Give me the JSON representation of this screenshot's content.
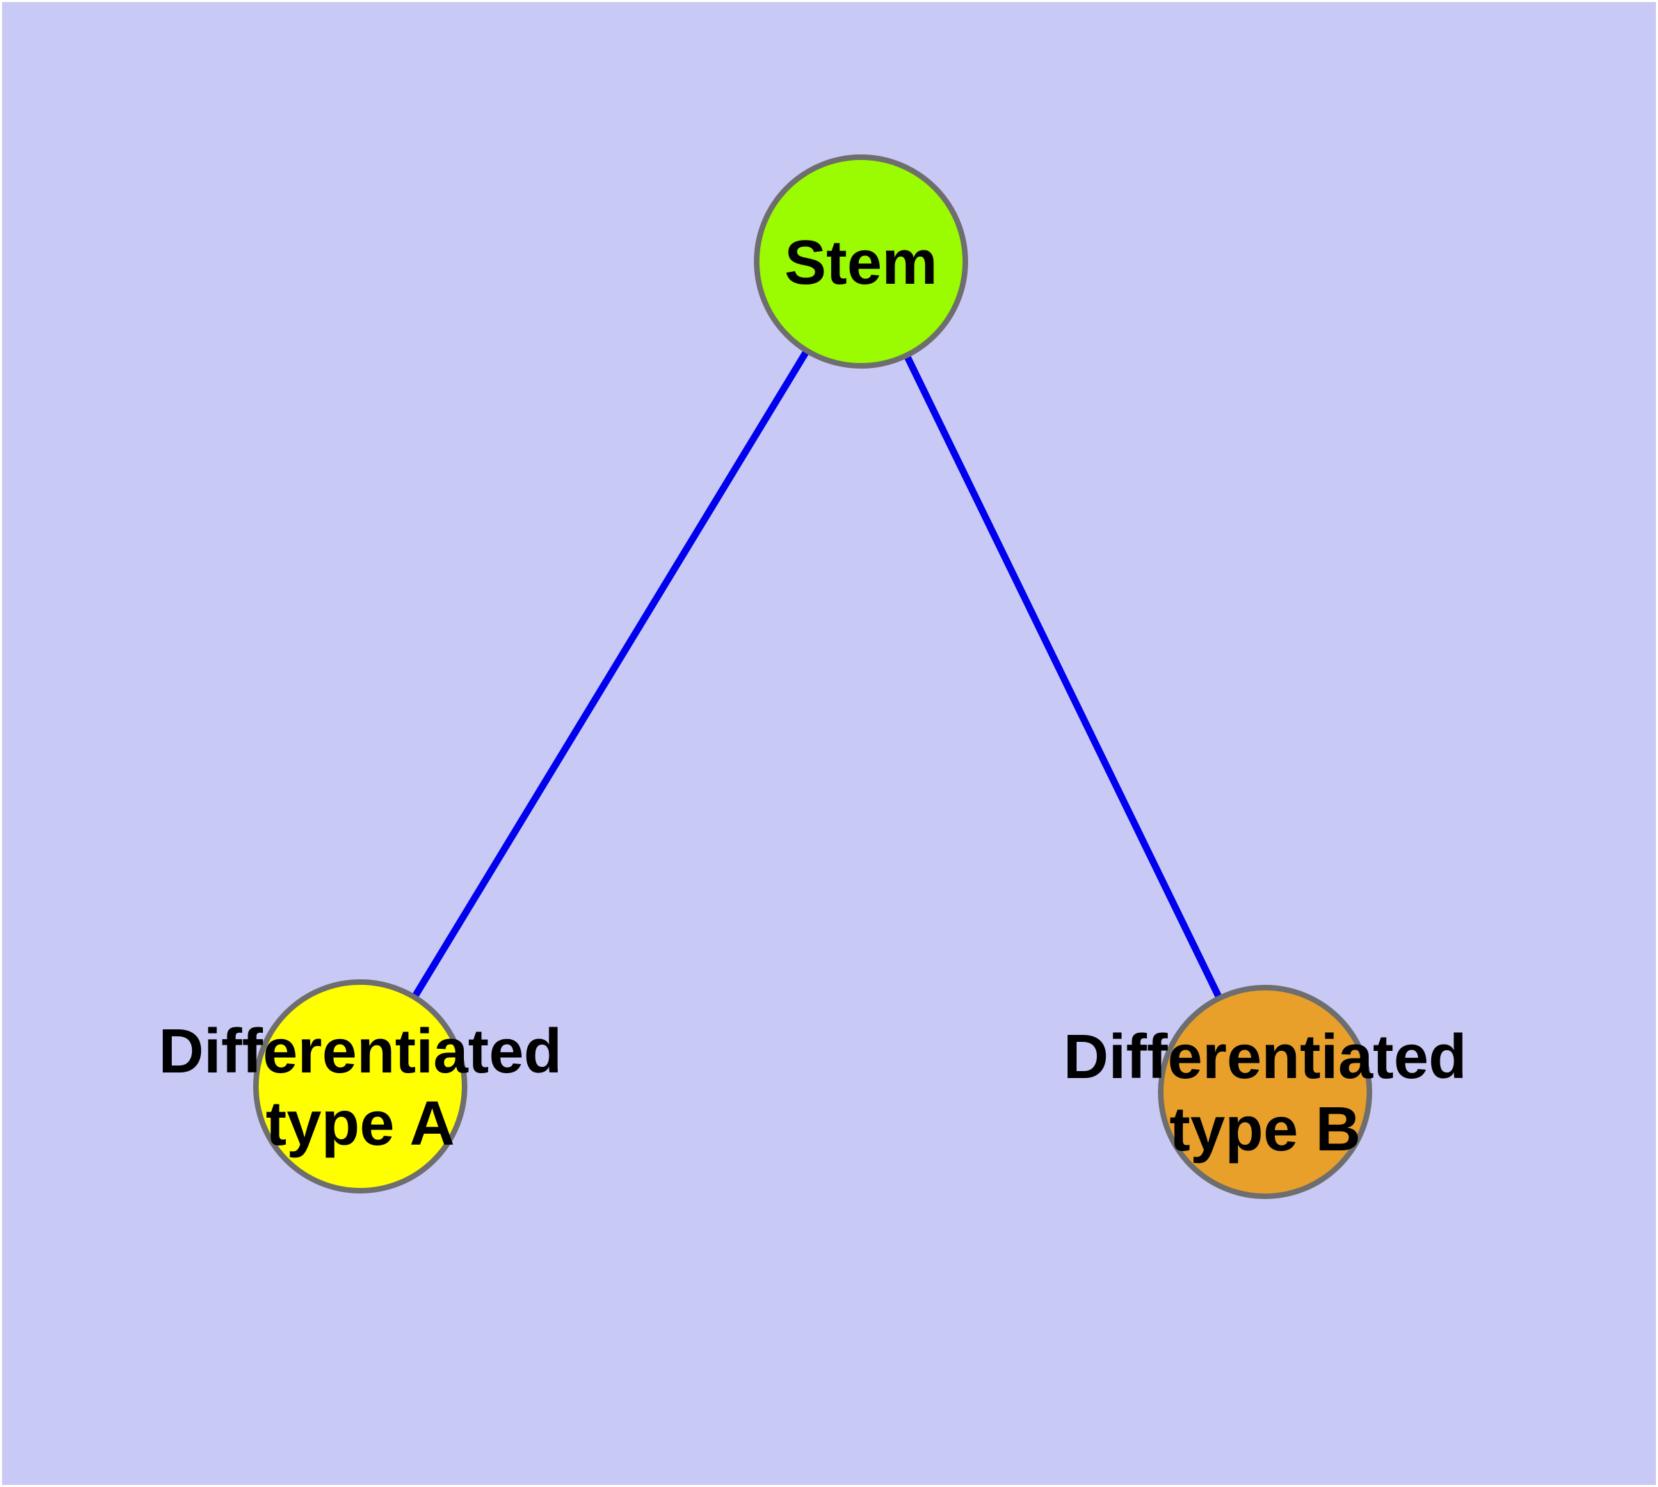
{
  "diagram": {
    "type": "graph",
    "description": "Cell differentiation graph: a Stem node connected to two differentiated type nodes",
    "background_color": "#C9C9F6",
    "frame_color": "#FFFFFF",
    "edge_color": "#0000EE",
    "node_border_color": "#6E6E6E",
    "label_color": "#000000",
    "nodes": {
      "stem": {
        "label": "Stem",
        "color": "#9BFB00"
      },
      "type_a": {
        "label": "Differentiated type A",
        "label_line1": "Differentiated",
        "label_line2": "type A",
        "color": "#FFFF00"
      },
      "type_b": {
        "label": "Differentiated type B",
        "label_line1": "Differentiated",
        "label_line2": "type B",
        "color": "#E9A02B"
      }
    },
    "edges": [
      {
        "from": "Stem",
        "to": "Differentiated type A"
      },
      {
        "from": "Stem",
        "to": "Differentiated type B"
      }
    ]
  }
}
